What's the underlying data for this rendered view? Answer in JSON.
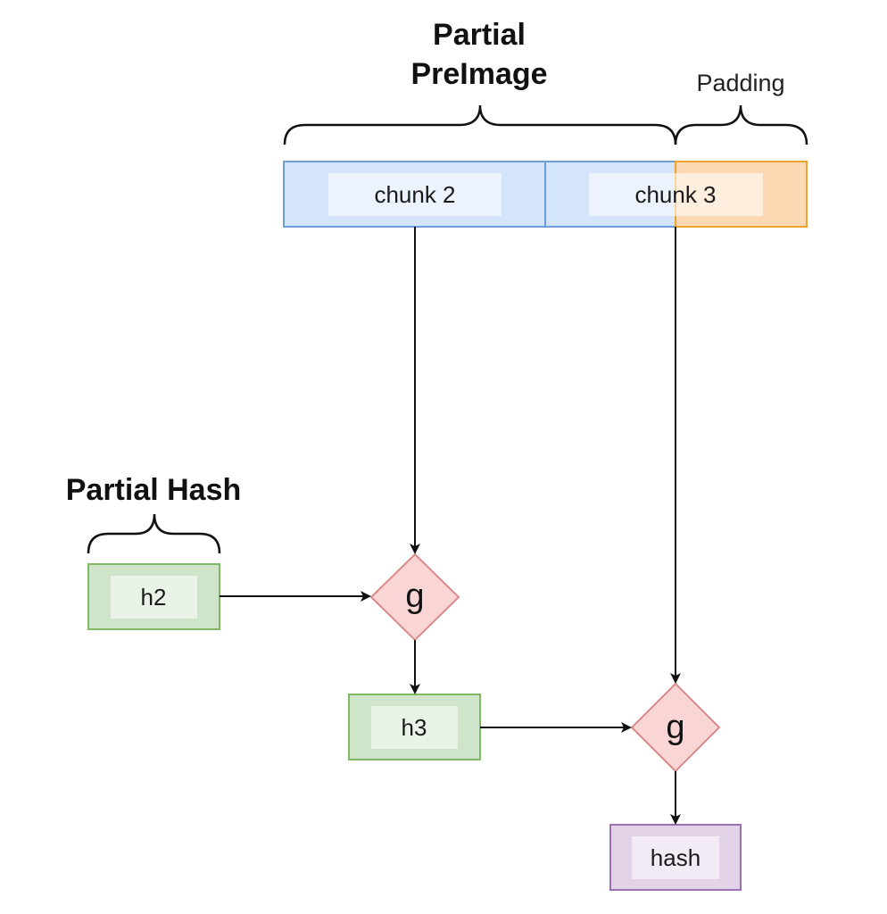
{
  "labels": {
    "partial_preimage_line1": "Partial",
    "partial_preimage_line2": "PreImage",
    "padding": "Padding",
    "partial_hash": "Partial Hash"
  },
  "blocks": {
    "chunk2": "chunk 2",
    "chunk3": "chunk 3",
    "h2": "h2",
    "h3": "h3",
    "hash": "hash"
  },
  "functions": {
    "g1": "g",
    "g2": "g"
  },
  "colors": {
    "chunk_fill": "#d4e4fa",
    "chunk_stroke": "#6c9ed8",
    "padding_fill": "#fdd9b3",
    "padding_stroke": "#e9a530",
    "hash_node_fill": "#cfe5c9",
    "hash_node_stroke": "#82b966",
    "g_fill": "#f9d5d5",
    "g_stroke": "#d98a8a",
    "final_fill": "#e2d2e8",
    "final_stroke": "#9d6fb3",
    "arrow": "#111111"
  }
}
